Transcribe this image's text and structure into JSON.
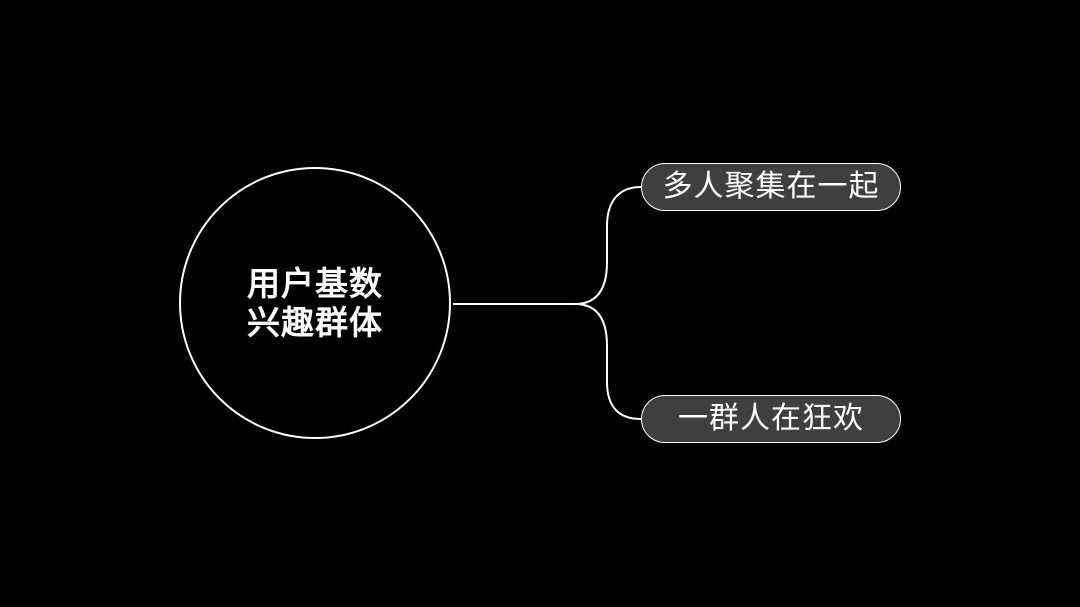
{
  "diagram": {
    "center": {
      "line1": "用户基数",
      "line2": "兴趣群体"
    },
    "branches": [
      {
        "label": "多人聚集在一起"
      },
      {
        "label": "一群人在狂欢"
      }
    ]
  },
  "colors": {
    "background": "#000000",
    "stroke": "#ffffff",
    "node_fill": "#3f3f3f",
    "text": "#ffffff"
  }
}
